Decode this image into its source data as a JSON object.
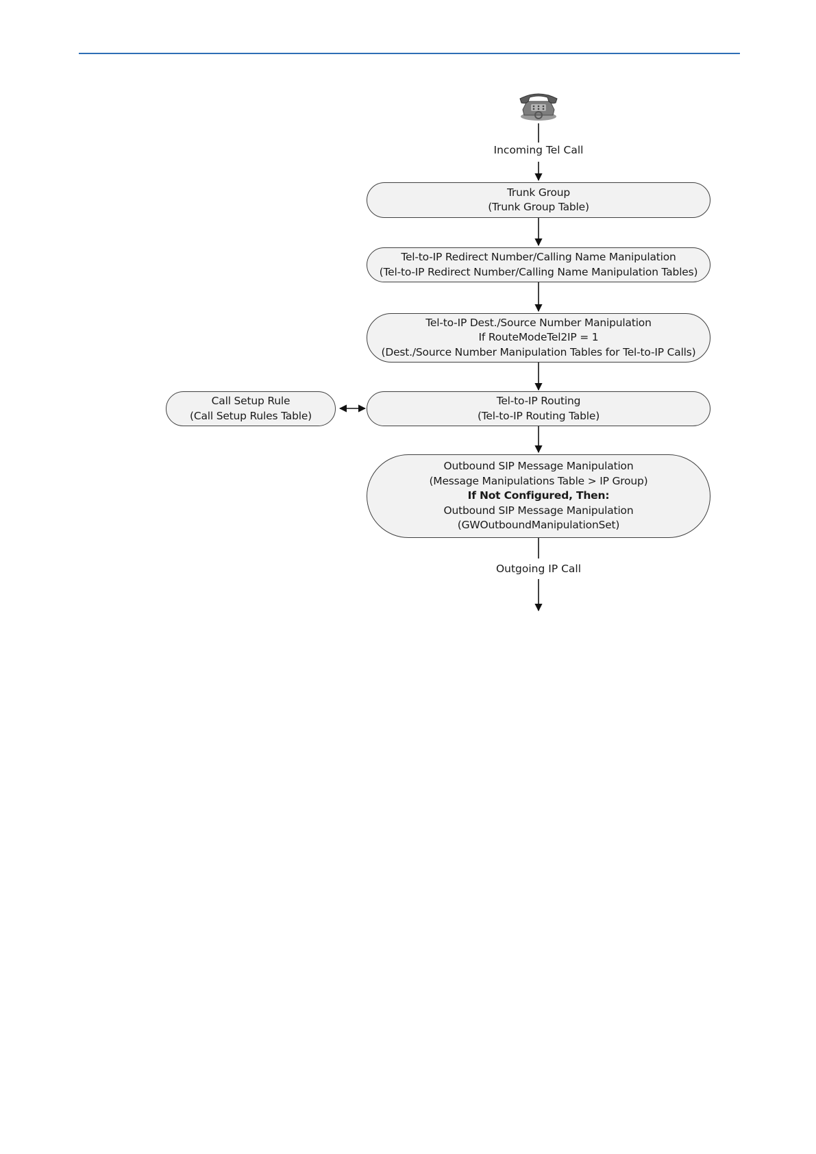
{
  "diagram": {
    "start_label": "Incoming Tel Call",
    "end_label": "Outgoing IP Call",
    "nodes": {
      "trunk_group": {
        "line1": "Trunk Group",
        "line2": "(Trunk Group Table)"
      },
      "redirect_manipulation": {
        "line1": "Tel-to-IP Redirect Number/Calling Name Manipulation",
        "line2": "(Tel-to-IP Redirect Number/Calling Name Manipulation Tables)"
      },
      "dest_source_manipulation": {
        "line1": "Tel-to-IP Dest./Source Number Manipulation",
        "line2": "If RouteModeTel2IP = 1",
        "line3": "(Dest./Source Number Manipulation Tables for Tel-to-IP Calls)"
      },
      "routing": {
        "line1": "Tel-to-IP Routing",
        "line2": "(Tel-to-IP Routing Table)"
      },
      "call_setup_rule": {
        "line1": "Call Setup Rule",
        "line2": "(Call Setup Rules Table)"
      },
      "outbound_sip": {
        "line1": "Outbound SIP Message Manipulation",
        "line2": "(Message Manipulations Table > IP Group)",
        "line3": "If Not Configured, Then:",
        "line4": "Outbound SIP Message Manipulation",
        "line5": "(GWOutboundManipulationSet)"
      }
    },
    "icons": {
      "start": "telephone-icon"
    },
    "colors": {
      "header_rule": "#2e6eb5",
      "node_fill": "#f2f2f2",
      "node_stroke": "#404040"
    }
  }
}
